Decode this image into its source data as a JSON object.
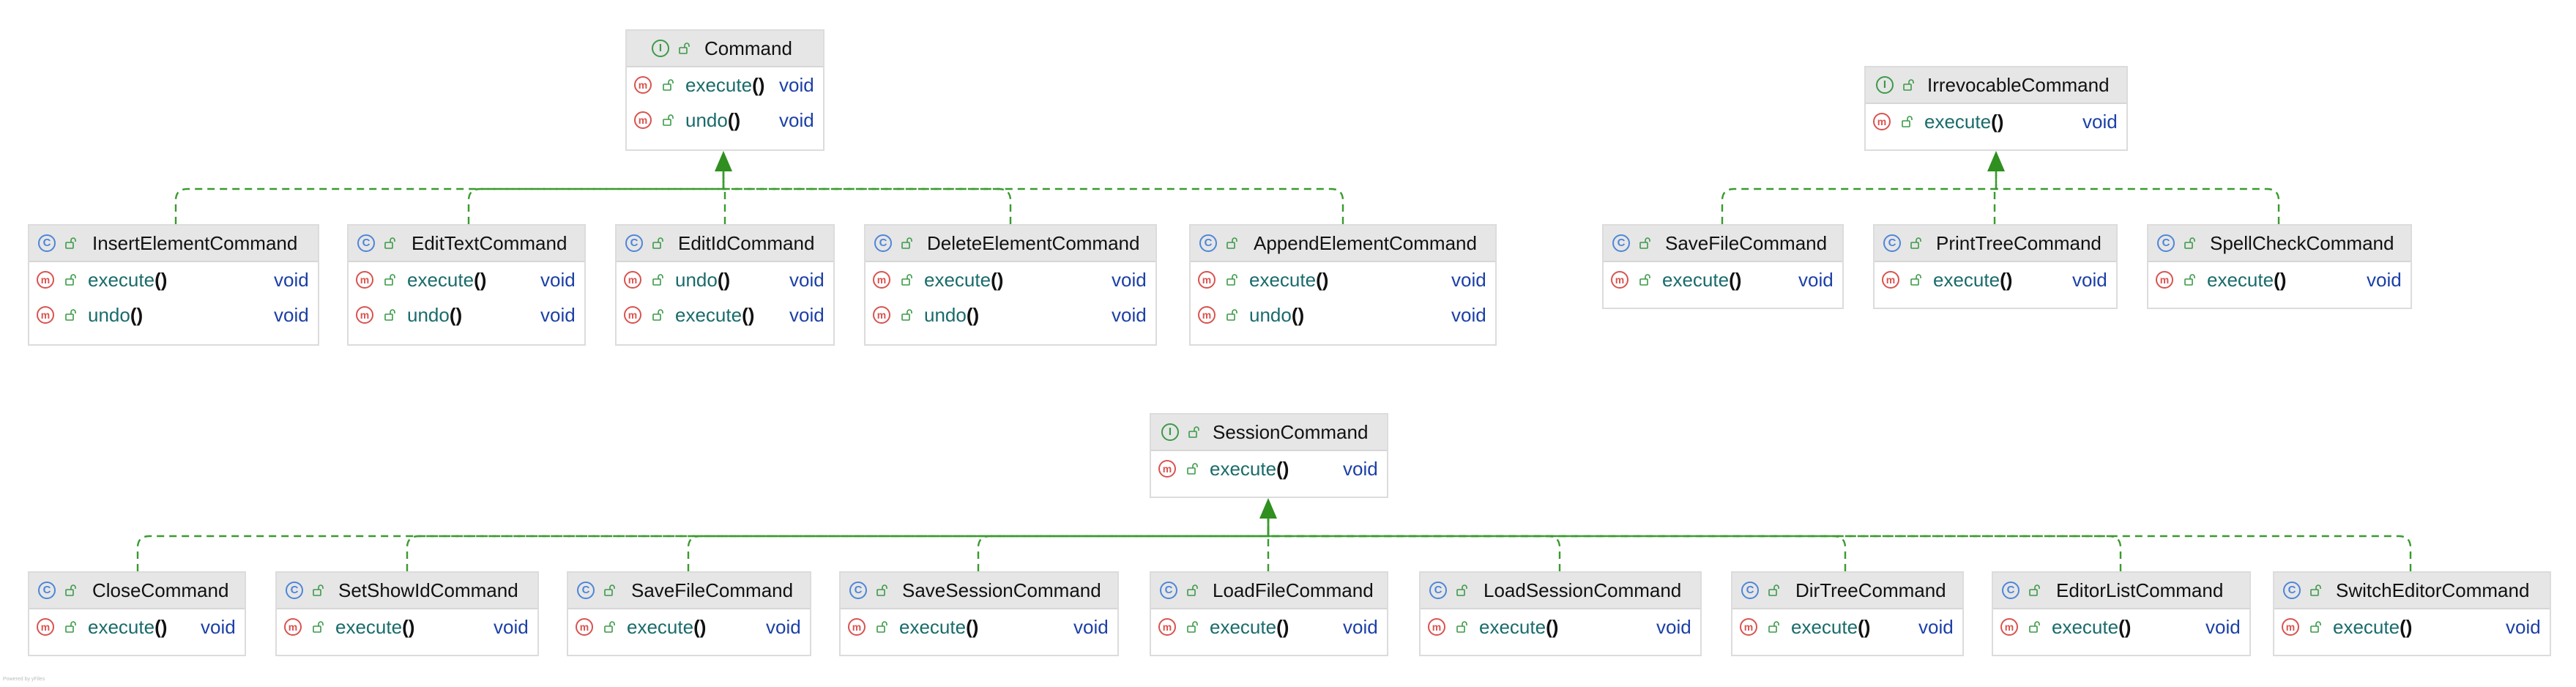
{
  "colors": {
    "edge": "#3a9a2f",
    "arrow": "#2f8f1f",
    "class_icon": "#4f86d8",
    "interface_icon": "#3c9a48",
    "method_icon": "#d9534f",
    "method_name": "#1a6b6b",
    "return_type": "#1b3fa7",
    "header_bg": "#e6e6e6"
  },
  "icons": {
    "interface": "interface-icon",
    "class": "class-icon",
    "method": "method-icon",
    "visibility": "public-lock-icon"
  },
  "interfaces": [
    {
      "name": "Command",
      "methods": [
        {
          "name": "execute",
          "parens": "()",
          "type": "void"
        },
        {
          "name": "undo",
          "parens": "()",
          "type": "void"
        }
      ]
    },
    {
      "name": "IrrevocableCommand",
      "methods": [
        {
          "name": "execute",
          "parens": "()",
          "type": "void"
        }
      ]
    },
    {
      "name": "SessionCommand",
      "methods": [
        {
          "name": "execute",
          "parens": "()",
          "type": "void"
        }
      ]
    }
  ],
  "command_classes": [
    {
      "name": "InsertElementCommand",
      "methods": [
        {
          "name": "execute",
          "parens": "()",
          "type": "void"
        },
        {
          "name": "undo",
          "parens": "()",
          "type": "void"
        }
      ]
    },
    {
      "name": "EditTextCommand",
      "methods": [
        {
          "name": "execute",
          "parens": "()",
          "type": "void"
        },
        {
          "name": "undo",
          "parens": "()",
          "type": "void"
        }
      ]
    },
    {
      "name": "EditIdCommand",
      "methods": [
        {
          "name": "undo",
          "parens": "()",
          "type": "void"
        },
        {
          "name": "execute",
          "parens": "()",
          "type": "void"
        }
      ]
    },
    {
      "name": "DeleteElementCommand",
      "methods": [
        {
          "name": "execute",
          "parens": "()",
          "type": "void"
        },
        {
          "name": "undo",
          "parens": "()",
          "type": "void"
        }
      ]
    },
    {
      "name": "AppendElementCommand",
      "methods": [
        {
          "name": "execute",
          "parens": "()",
          "type": "void"
        },
        {
          "name": "undo",
          "parens": "()",
          "type": "void"
        }
      ]
    }
  ],
  "irrevocable_classes": [
    {
      "name": "SaveFileCommand",
      "methods": [
        {
          "name": "execute",
          "parens": "()",
          "type": "void"
        }
      ]
    },
    {
      "name": "PrintTreeCommand",
      "methods": [
        {
          "name": "execute",
          "parens": "()",
          "type": "void"
        }
      ]
    },
    {
      "name": "SpellCheckCommand",
      "methods": [
        {
          "name": "execute",
          "parens": "()",
          "type": "void"
        }
      ]
    }
  ],
  "session_classes": [
    {
      "name": "CloseCommand",
      "methods": [
        {
          "name": "execute",
          "parens": "()",
          "type": "void"
        }
      ]
    },
    {
      "name": "SetShowIdCommand",
      "methods": [
        {
          "name": "execute",
          "parens": "()",
          "type": "void"
        }
      ]
    },
    {
      "name": "SaveFileCommand",
      "methods": [
        {
          "name": "execute",
          "parens": "()",
          "type": "void"
        }
      ]
    },
    {
      "name": "SaveSessionCommand",
      "methods": [
        {
          "name": "execute",
          "parens": "()",
          "type": "void"
        }
      ]
    },
    {
      "name": "LoadFileCommand",
      "methods": [
        {
          "name": "execute",
          "parens": "()",
          "type": "void"
        }
      ]
    },
    {
      "name": "LoadSessionCommand",
      "methods": [
        {
          "name": "execute",
          "parens": "()",
          "type": "void"
        }
      ]
    },
    {
      "name": "DirTreeCommand",
      "methods": [
        {
          "name": "execute",
          "parens": "()",
          "type": "void"
        }
      ]
    },
    {
      "name": "EditorListCommand",
      "methods": [
        {
          "name": "execute",
          "parens": "()",
          "type": "void"
        }
      ]
    },
    {
      "name": "SwitchEditorCommand",
      "methods": [
        {
          "name": "execute",
          "parens": "()",
          "type": "void"
        }
      ]
    }
  ],
  "footer": "Powered by yFiles"
}
